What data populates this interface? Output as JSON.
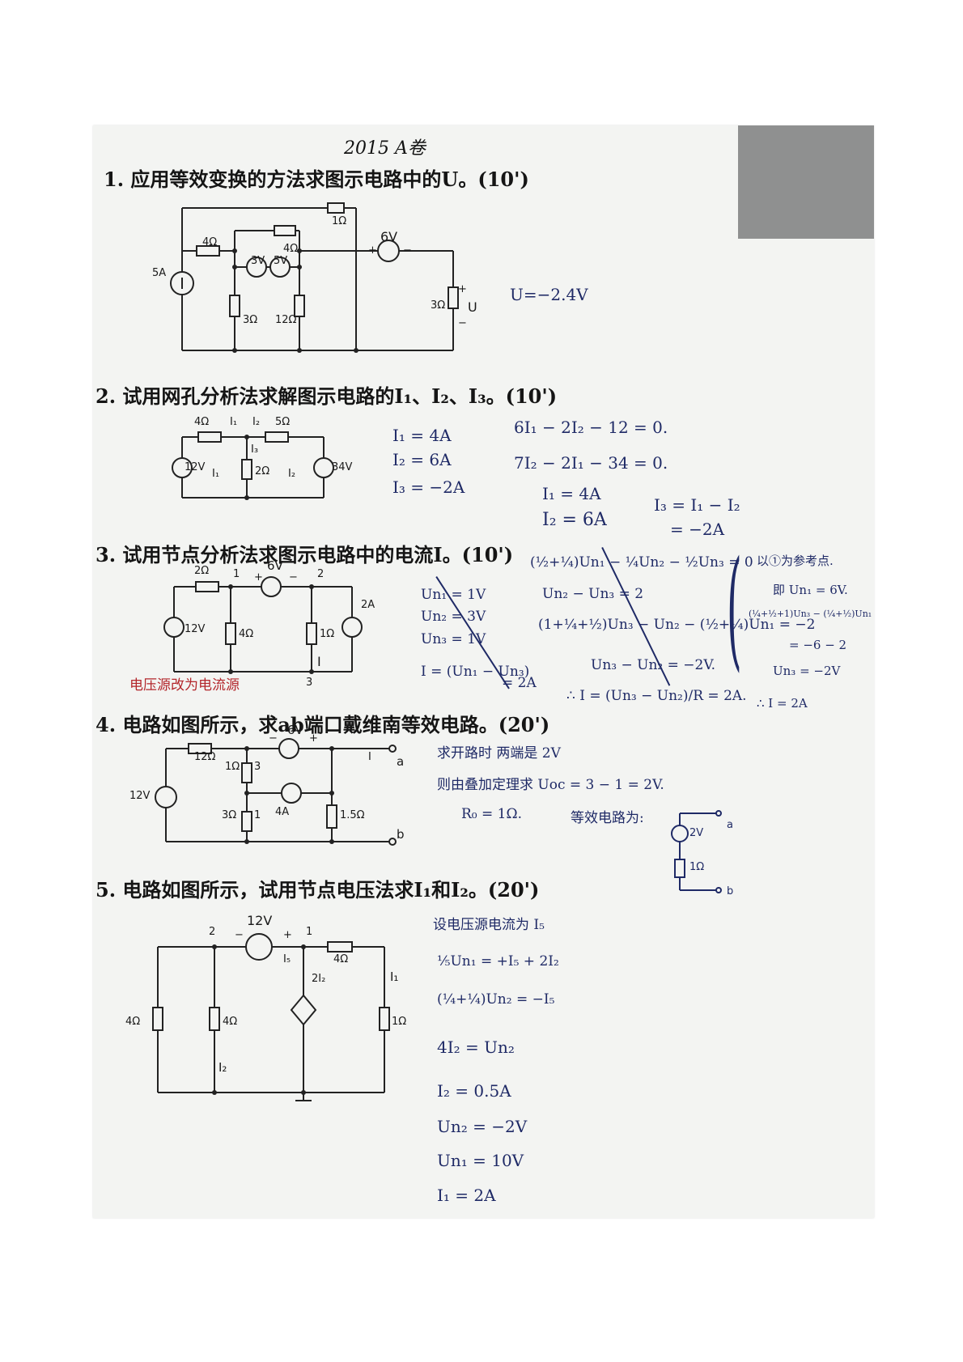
{
  "page": {
    "header": "2015 A卷",
    "colors": {
      "paper": "#f3f4f2",
      "ink": "#151515",
      "answer_ink": "#1f2a66",
      "red_ink": "#b3262b"
    }
  },
  "q1": {
    "title": "1. 应用等效变换的方法求图示电路中的U。(10')",
    "labels": [
      "1Ω",
      "4Ω",
      "4Ω",
      "6V",
      "+",
      "−",
      "5A",
      "3V",
      "5V",
      "3Ω",
      "12Ω",
      "3Ω",
      "U",
      "+",
      "−"
    ],
    "answer": "U=−2.4V"
  },
  "q2": {
    "title": "2. 试用网孔分析法求解图示电路的I₁、I₂、I₃。(10')",
    "labels": [
      "4Ω",
      "I₁",
      "I₂",
      "5Ω",
      "12V",
      "I₃",
      "2Ω",
      "I₁",
      "I₂",
      "34V"
    ],
    "answers": [
      "I₁ = 4A",
      "I₂ = 6A",
      "I₃ = −2A"
    ],
    "equations": [
      "6I₁ − 2I₂ − 12 = 0.",
      "7I₂ − 2I₁ − 34 = 0."
    ],
    "results": [
      "I₁ = 4A",
      "I₂ = 6A",
      "I₃ = I₁ − I₂",
      "= −2A"
    ]
  },
  "q3": {
    "title": "3. 试用节点分析法求图示电路中的电流I。(10')",
    "labels": [
      "2Ω",
      "1",
      "6V",
      "2",
      "+",
      "−",
      "12V",
      "4Ω",
      "1Ω",
      "2A",
      "I",
      "3"
    ],
    "red_note": "电压源改为电流源",
    "struck": [
      "Un₁ = 1V",
      "Un₂ = 3V",
      "Un₃ = 1V",
      "I = (Un₁ − Un₃)",
      "= 2A"
    ],
    "equations": [
      "(½+¼)Un₁ − ¼Un₂ − ½Un₃ = 0",
      "Un₂ − Un₃ = 2",
      "(1+¼+½)Un₃ − Un₂ − (½+¼)Un₁ = −2",
      "Un₃ − Un₂ = −2V.",
      "∴ I = (Un₃ − Un₂)/R = 2A."
    ],
    "side_notes": [
      "以①为参考点.",
      "即 Un₁ = 6V.",
      "(¼+½+1)Un₃ − (¼+½)Un₁",
      "= −6 − 2",
      "Un₃ = −2V",
      "∴ I = 2A"
    ]
  },
  "q4": {
    "title": "4. 电路如图所示，求ab端口戴维南等效电路。(20')",
    "labels": [
      "12Ω",
      "6V",
      "−",
      "+",
      "12V",
      "1Ω",
      "3",
      "4A",
      "3Ω",
      "1",
      "1.5Ω",
      "I",
      "a",
      "b"
    ],
    "answers": [
      "求开路时 两端是 2V",
      "则由叠加定理求 Uoc = 3 − 1 = 2V.",
      "R₀ = 1Ω.",
      "等效电路为:"
    ],
    "equiv_labels": [
      "2V",
      "a",
      "1Ω",
      "b"
    ]
  },
  "q5": {
    "title": "5. 电路如图所示，试用节点电压法求I₁和I₂。(20')",
    "labels": [
      "12V",
      "2",
      "−",
      "+",
      "1",
      "I₅",
      "4Ω",
      "2I₂",
      "I₁",
      "4Ω",
      "4Ω",
      "1Ω",
      "I₂"
    ],
    "answers": [
      "设电压源电流为 I₅",
      "⅕Un₁ = +I₅ + 2I₂",
      "(¼+¼)Un₂ = −I₅",
      "4I₂ = Un₂",
      "I₂ = 0.5A",
      "Un₂ = −2V",
      "Un₁ = 10V",
      "I₁ = 2A"
    ]
  }
}
